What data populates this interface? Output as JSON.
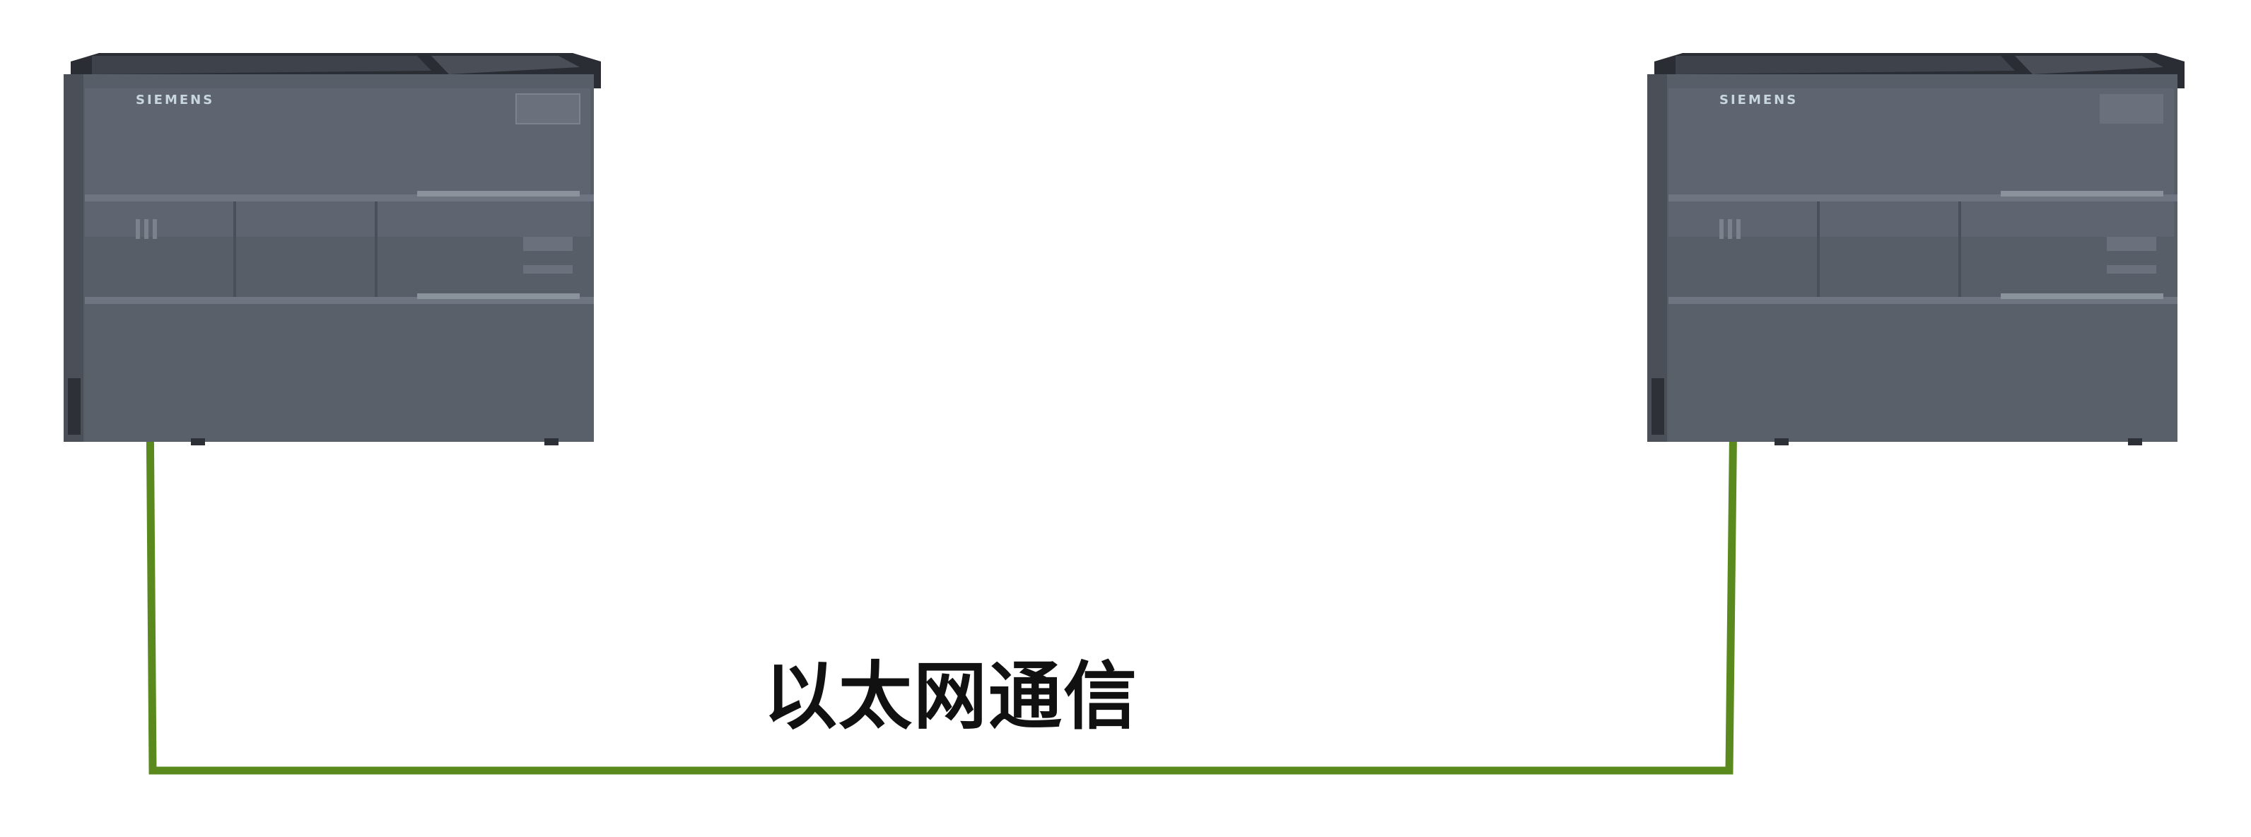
{
  "diagram": {
    "label": "以太网通信",
    "cable_color": "#5a8a1e",
    "device_body_color": "#585e68",
    "device_top_color": "#2a2d33"
  },
  "devices": [
    {
      "id": "plc-left",
      "brand": "SIEMENS"
    },
    {
      "id": "plc-right",
      "brand": "SIEMENS"
    }
  ]
}
